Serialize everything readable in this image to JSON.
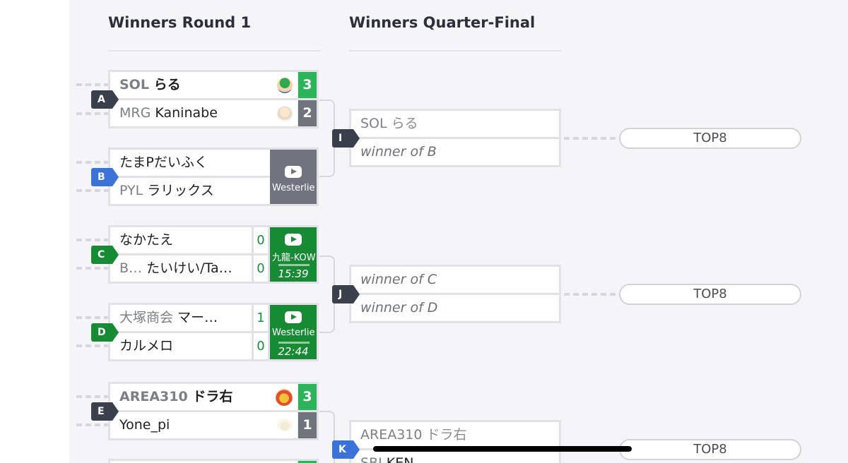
{
  "rounds": [
    {
      "title": "Winners Round 1"
    },
    {
      "title": "Winners Quarter-Final"
    }
  ],
  "matches": {
    "A": {
      "label": "A",
      "p1": {
        "prefix": "SOL",
        "name": "らる",
        "score": "3"
      },
      "p2": {
        "prefix": "MRG",
        "name": "Kaninabe",
        "score": "2"
      }
    },
    "B": {
      "label": "B",
      "p1": {
        "name": "たまPだいふく"
      },
      "p2": {
        "prefix": "PYL",
        "name": "ラリックス"
      },
      "stream": {
        "channel": "Westerlie"
      }
    },
    "C": {
      "label": "C",
      "p1": {
        "name": "なかたえ",
        "score": "0"
      },
      "p2": {
        "prefix": "B…",
        "name": "たいけい/Ta…",
        "score": "0"
      },
      "stream": {
        "channel": "九龍-KOW",
        "time": "15:39"
      }
    },
    "D": {
      "label": "D",
      "p1": {
        "prefix": "大塚商会",
        "name": "マー…",
        "score": "1"
      },
      "p2": {
        "name": "カルメロ",
        "score": "0"
      },
      "stream": {
        "channel": "Westerlie",
        "time": "22:44"
      }
    },
    "E": {
      "label": "E",
      "p1": {
        "prefix": "AREA310",
        "name": "ドラ右",
        "score": "3"
      },
      "p2": {
        "name": "Yone_pi",
        "score": "1"
      }
    },
    "I": {
      "label": "I",
      "p1": {
        "prefix": "SOL",
        "name": "らる"
      },
      "p2": {
        "name": "winner of B"
      }
    },
    "J": {
      "label": "J",
      "p1": {
        "name": "winner of C"
      },
      "p2": {
        "name": "winner of D"
      }
    },
    "K": {
      "label": "K",
      "p1": {
        "prefix": "AREA310",
        "name": "ドラ右"
      },
      "p2": {
        "prefix": "SBI",
        "name": "KEN"
      }
    }
  },
  "next": {
    "top8_label": "TOP8"
  },
  "colors": {
    "win": "#2db45a",
    "lose": "#6e737c",
    "live": "#178a34",
    "stream_idle": "#6f747e",
    "tag_dark": "#3a414d",
    "tag_blue": "#3b73d8"
  },
  "icons": [
    "luigi-character-icon",
    "rosalina-character-icon",
    "youtube-icon",
    "bowser-character-icon",
    "angel-character-icon"
  ]
}
